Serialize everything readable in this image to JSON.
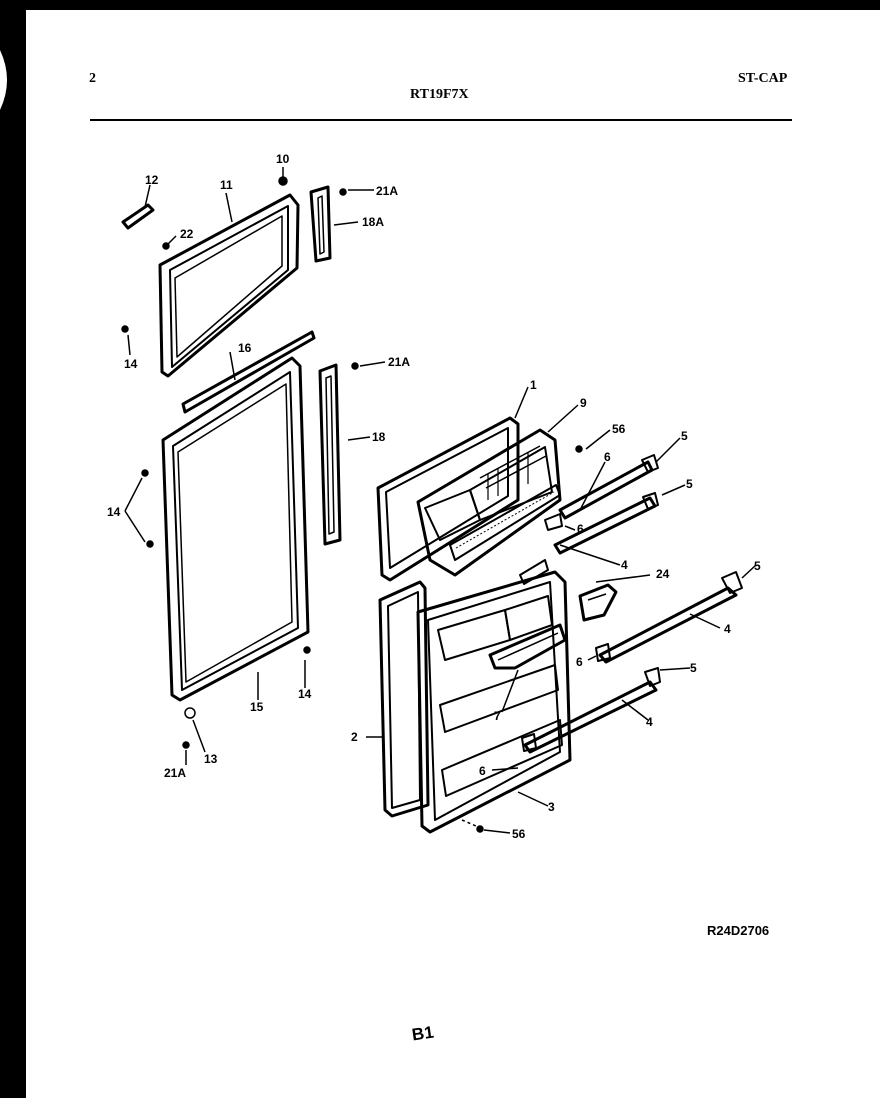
{
  "header": {
    "page_number": "2",
    "model": "RT19F7X",
    "section": "ST-CAP"
  },
  "parts": [
    {
      "id": "p12",
      "label": "12"
    },
    {
      "id": "p11",
      "label": "11"
    },
    {
      "id": "p10",
      "label": "10"
    },
    {
      "id": "p21a_top",
      "label": "21A"
    },
    {
      "id": "p18a",
      "label": "18A"
    },
    {
      "id": "p22",
      "label": "22"
    },
    {
      "id": "p14_upper",
      "label": "14"
    },
    {
      "id": "p16",
      "label": "16"
    },
    {
      "id": "p21a_mid",
      "label": "21A"
    },
    {
      "id": "p18",
      "label": "18"
    },
    {
      "id": "p14_left",
      "label": "14"
    },
    {
      "id": "p15",
      "label": "15"
    },
    {
      "id": "p14_right",
      "label": "14"
    },
    {
      "id": "p13",
      "label": "13"
    },
    {
      "id": "p21a_bottom",
      "label": "21A"
    },
    {
      "id": "p1",
      "label": "1"
    },
    {
      "id": "p9",
      "label": "9"
    },
    {
      "id": "p56_top",
      "label": "56"
    },
    {
      "id": "p5_a",
      "label": "5"
    },
    {
      "id": "p6_a",
      "label": "6"
    },
    {
      "id": "p5_b",
      "label": "5"
    },
    {
      "id": "p6_b",
      "label": "6"
    },
    {
      "id": "p4_a",
      "label": "4"
    },
    {
      "id": "p24",
      "label": "24"
    },
    {
      "id": "p5_c",
      "label": "5"
    },
    {
      "id": "p4_b",
      "label": "4"
    },
    {
      "id": "p6_c",
      "label": "6"
    },
    {
      "id": "p5_d",
      "label": "5"
    },
    {
      "id": "p4_c",
      "label": "4"
    },
    {
      "id": "p7",
      "label": "7"
    },
    {
      "id": "p2",
      "label": "2"
    },
    {
      "id": "p6_d",
      "label": "6"
    },
    {
      "id": "p3",
      "label": "3"
    },
    {
      "id": "p56_bottom",
      "label": "56"
    }
  ],
  "drawing_code": "R24D2706",
  "footer_mark": "B1"
}
